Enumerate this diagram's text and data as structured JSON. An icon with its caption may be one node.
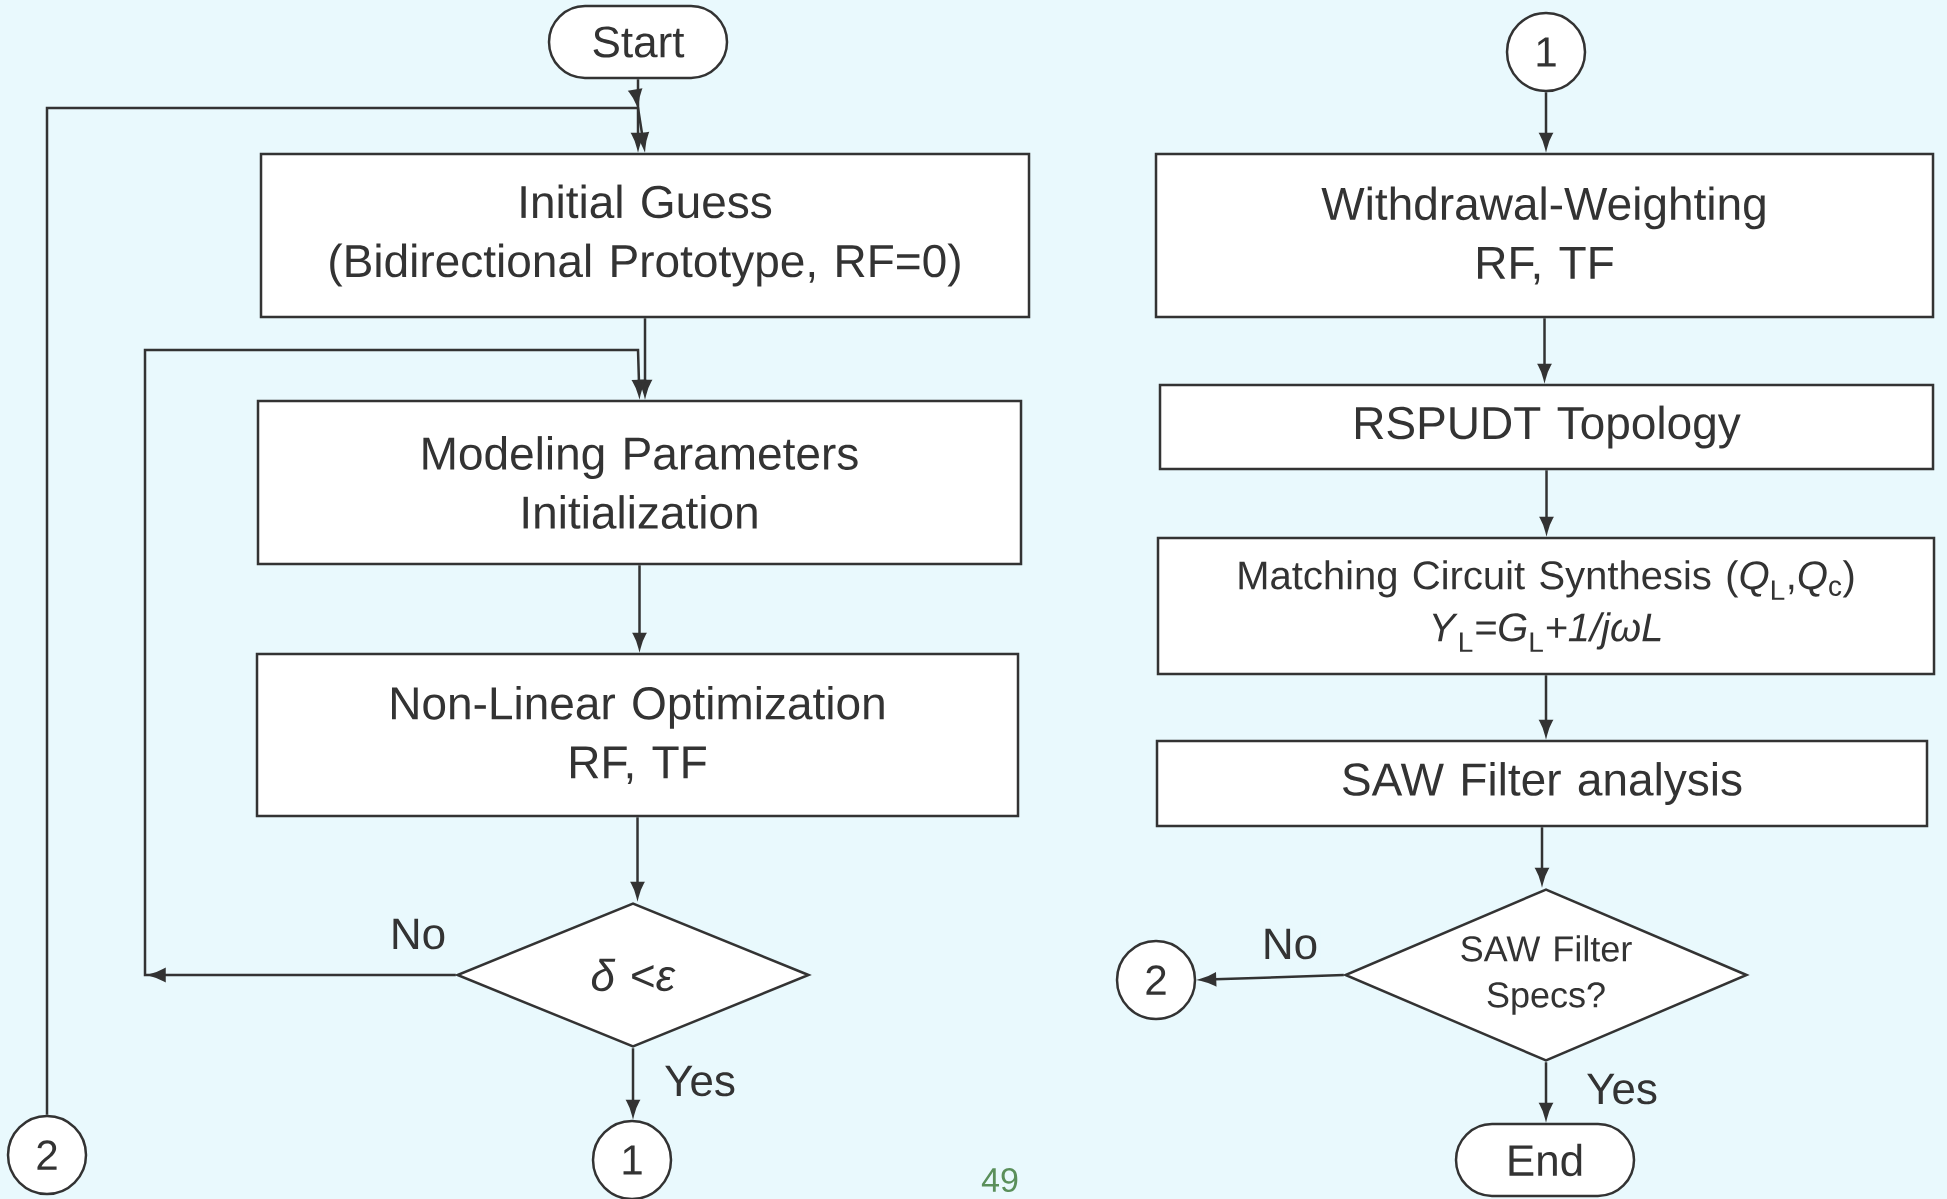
{
  "diagram": {
    "nodes": [
      {
        "text": [
          "Start"
        ]
      },
      {
        "text": [
          "Initial Guess",
          "(Bidirectional Prototype, RF=0)"
        ]
      },
      {
        "text": [
          "Modeling Parameters",
          "Initialization"
        ]
      },
      {
        "text": [
          "Non-Linear Optimization",
          "RF, TF"
        ]
      },
      {
        "text": [
          "*δ* <*ε*"
        ]
      },
      {
        "text": [
          "1"
        ]
      },
      {
        "text": [
          "2"
        ]
      },
      {
        "text": [
          "1"
        ]
      },
      {
        "text": [
          "Withdrawal-Weighting",
          "RF, TF"
        ]
      },
      {
        "text": [
          "RSPUDT Topology"
        ]
      },
      {
        "text": [
          "Matching Circuit Synthesis (*Q*$_{L}$,*Q*$_{c}$)",
          "*Y*$_{L}$*=G*$_{L}$*+1/jωL*"
        ]
      },
      {
        "text": [
          "SAW Filter analysis"
        ]
      },
      {
        "text": [
          "SAW Filter Specs?"
        ]
      },
      {
        "text": [
          "2"
        ]
      },
      {
        "text": [
          "End"
        ]
      }
    ],
    "edges": [
      {
        "from": 0,
        "to": 1,
        "arrow": "to"
      },
      {
        "from": 6,
        "to": 1,
        "arrow": "to"
      },
      {
        "from": 1,
        "to": 2,
        "arrow": "to"
      },
      {
        "from": 4,
        "to": 2,
        "arrow": "to",
        "label": "No"
      },
      {
        "from": 2,
        "to": 3,
        "arrow": "to"
      },
      {
        "from": 3,
        "to": 4,
        "arrow": "to"
      },
      {
        "from": 4,
        "to": 5,
        "arrow": "to",
        "label": "Yes"
      },
      {
        "from": 7,
        "to": 8,
        "arrow": "to"
      },
      {
        "from": 8,
        "to": 9,
        "arrow": "to"
      },
      {
        "from": 9,
        "to": 10,
        "arrow": "to"
      },
      {
        "from": 10,
        "to": 11,
        "arrow": "to"
      },
      {
        "from": 11,
        "to": 12,
        "arrow": "to"
      },
      {
        "from": 12,
        "to": 13,
        "arrow": "to",
        "label": "No"
      },
      {
        "from": 12,
        "to": 14,
        "arrow": "to",
        "label": "Yes"
      }
    ],
    "labels": [
      "49"
    ]
  }
}
